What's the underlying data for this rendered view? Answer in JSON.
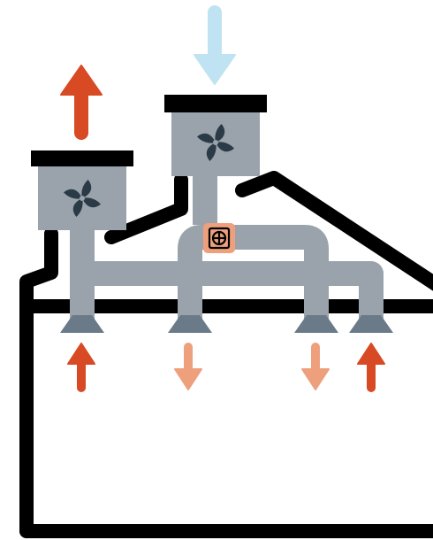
{
  "diagram": {
    "kind": "mechanical-ventilation-heat-recovery",
    "colors": {
      "wall": "#000000",
      "duct": "#9aa3ab",
      "unit": "#9aa3ab",
      "fan_blade": "#2b3a47",
      "diffuser": "#6b7a89",
      "exhaust_arrow": "#d84a23",
      "fresh_air_arrow": "#bfe3f2",
      "supply_arrow": "#eea07d",
      "heater": "#eea07d",
      "background": "#ffffff"
    },
    "units": [
      {
        "role": "exhaust-fan-unit",
        "icon": "fan-icon"
      },
      {
        "role": "supply-fan-unit",
        "icon": "fan-icon"
      }
    ],
    "heater": {
      "icon": "plus-circle-icon"
    },
    "room_flows": [
      {
        "kind": "extract",
        "direction": "up"
      },
      {
        "kind": "supply",
        "direction": "down"
      },
      {
        "kind": "supply",
        "direction": "down"
      },
      {
        "kind": "extract",
        "direction": "up"
      }
    ],
    "outdoor_flows": [
      {
        "kind": "exhaust",
        "direction": "up"
      },
      {
        "kind": "fresh-air",
        "direction": "down"
      }
    ]
  }
}
